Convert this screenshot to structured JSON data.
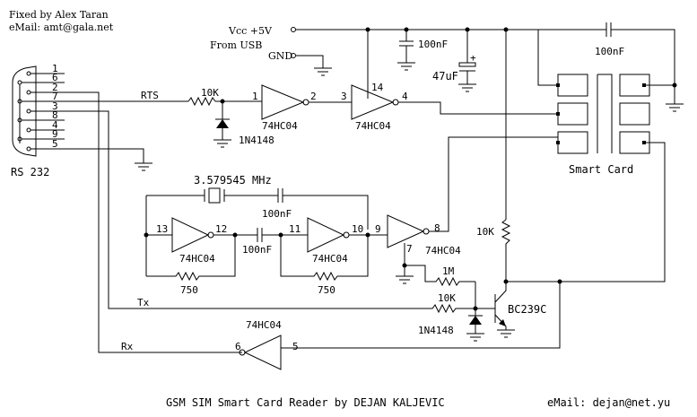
{
  "credit": {
    "line1": "Fixed by Alex Taran",
    "line2": "eMail: amt@gala.net"
  },
  "power": {
    "vcc": "Vcc +5V",
    "from_usb": "From USB",
    "gnd": "GND"
  },
  "capacitors": {
    "c_vcc": "100nF",
    "c_bulk": "47uF",
    "c_right": "100nF",
    "c_osc": "100nF",
    "c_couple": "100nF"
  },
  "crystal": {
    "freq": "3.579545 MHz"
  },
  "connector": {
    "name": "RS 232",
    "pins_left": [
      "1",
      "2",
      "3",
      "4",
      "5"
    ],
    "pins_right": [
      "6",
      "7",
      "8",
      "9"
    ]
  },
  "signals": {
    "rts": "RTS",
    "tx": "Tx",
    "rx": "Rx"
  },
  "resistors": {
    "r_rts": "10K",
    "r_pullup": "10K",
    "r_fb1": "750",
    "r_fb2": "750",
    "r_1m": "1M",
    "r_base": "10K"
  },
  "diodes": {
    "d1": "1N4148",
    "d2": "1N4148"
  },
  "gates": {
    "g1": {
      "part": "74HC04",
      "in": "1",
      "out": "2"
    },
    "g2": {
      "part": "74HC04",
      "in": "3",
      "out": "4",
      "vcc": "14"
    },
    "g3": {
      "part": "74HC04",
      "in": "13",
      "out": "12"
    },
    "g4": {
      "part": "74HC04",
      "in": "11",
      "out": "10"
    },
    "g5": {
      "part": "74HC04",
      "in": "9",
      "out": "8",
      "gnd": "7"
    },
    "g6": {
      "part": "74HC04",
      "in": "5",
      "out": "6"
    }
  },
  "transistor": {
    "name": "BC239C"
  },
  "smart_card": {
    "label": "Smart Card"
  },
  "footer": {
    "title": "GSM SIM Smart Card Reader by DEJAN KALJEVIC",
    "email": "eMail: dejan@net.yu"
  }
}
